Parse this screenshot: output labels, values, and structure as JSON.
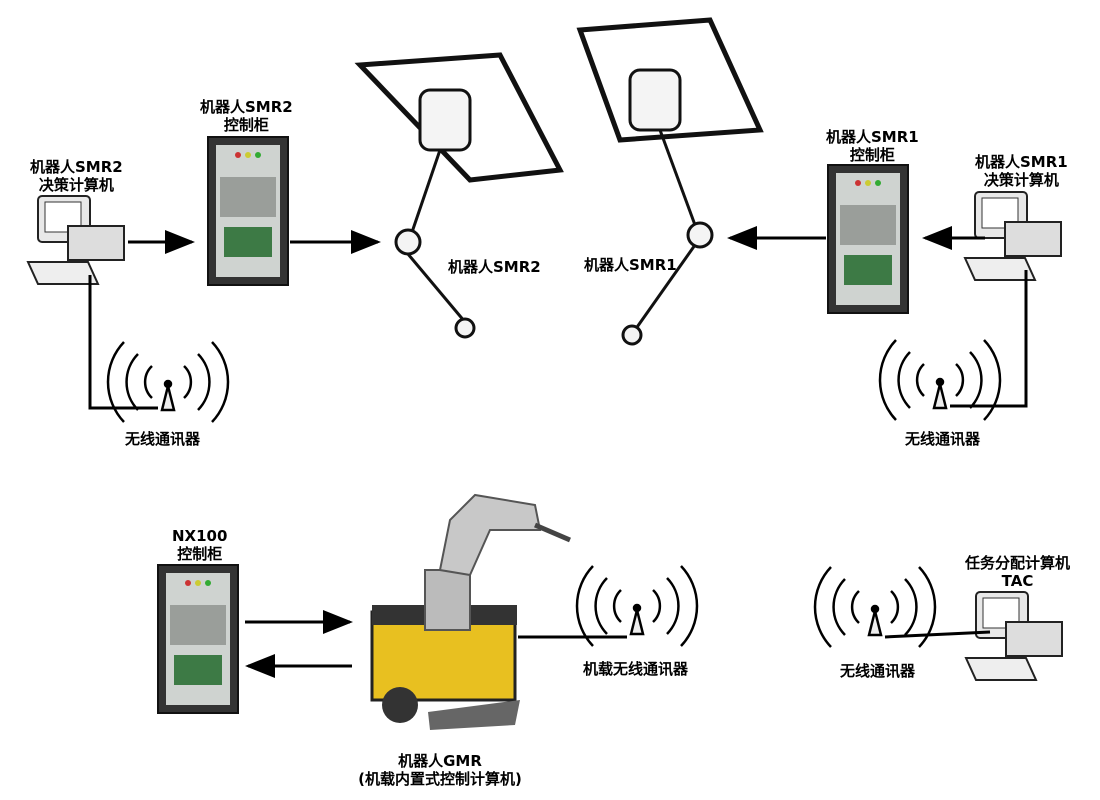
{
  "labels": {
    "smr2_computer": [
      "机器人SMR2",
      "决策计算机"
    ],
    "smr2_cabinet": [
      "机器人SMR2",
      "控制柜"
    ],
    "smr2_robot": "机器人SMR2",
    "smr1_robot": "机器人SMR1",
    "smr1_cabinet": [
      "机器人SMR1",
      "控制柜"
    ],
    "smr1_computer": [
      "机器人SMR1",
      "决策计算机"
    ],
    "wireless_left": "无线通讯器",
    "wireless_right": "无线通讯器",
    "nx100_cabinet": [
      "NX100",
      "控制柜"
    ],
    "gmr_robot": [
      "机器人GMR",
      "(机载内置式控制计算机)"
    ],
    "onboard_wireless": "机载无线通讯器",
    "tac_wireless": "无线通讯器",
    "tac_computer": [
      "任务分配计算机",
      "TAC"
    ]
  },
  "colors": {
    "gmr_base": "#e8c020",
    "line": "#000000"
  }
}
